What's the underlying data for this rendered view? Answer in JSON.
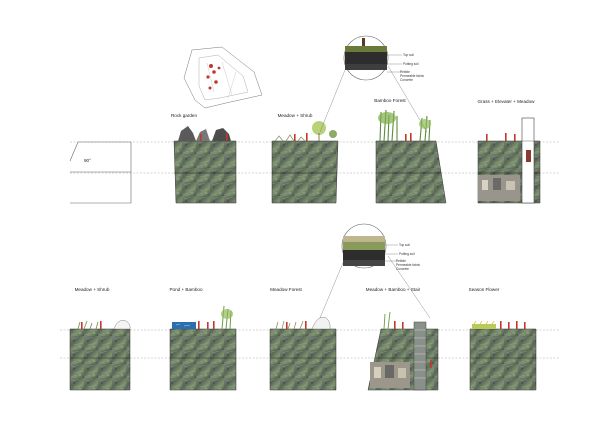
{
  "angle_label": "90°",
  "row1": {
    "sections": [
      {
        "label": "Rock garden"
      },
      {
        "label": "Meadow + Shrub"
      },
      {
        "label": "Bamboo Forest"
      },
      {
        "label": "Grass + Elevater + Meadow"
      }
    ]
  },
  "row2": {
    "sections": [
      {
        "label": "Meadow + Shrub"
      },
      {
        "label": "Pond + Bamboo"
      },
      {
        "label": "Meadow Forest"
      },
      {
        "label": "Meadow + Bamboo + Stair"
      },
      {
        "label": "Season Flower"
      }
    ]
  },
  "detail_top": {
    "layers": [
      "Top soil",
      "Potting soil",
      "Pebble",
      "Permeable fabric",
      "Concrete"
    ]
  },
  "detail_bottom": {
    "layers": [
      "Top soil",
      "Potting soil",
      "Pebble",
      "Permeable fabric",
      "Concrete"
    ]
  },
  "colors": {
    "wall_dark": "#4f5a52",
    "wall_green": "#6f8a63",
    "figure_red": "#c0392b",
    "pond_blue": "#2c6fb0"
  }
}
